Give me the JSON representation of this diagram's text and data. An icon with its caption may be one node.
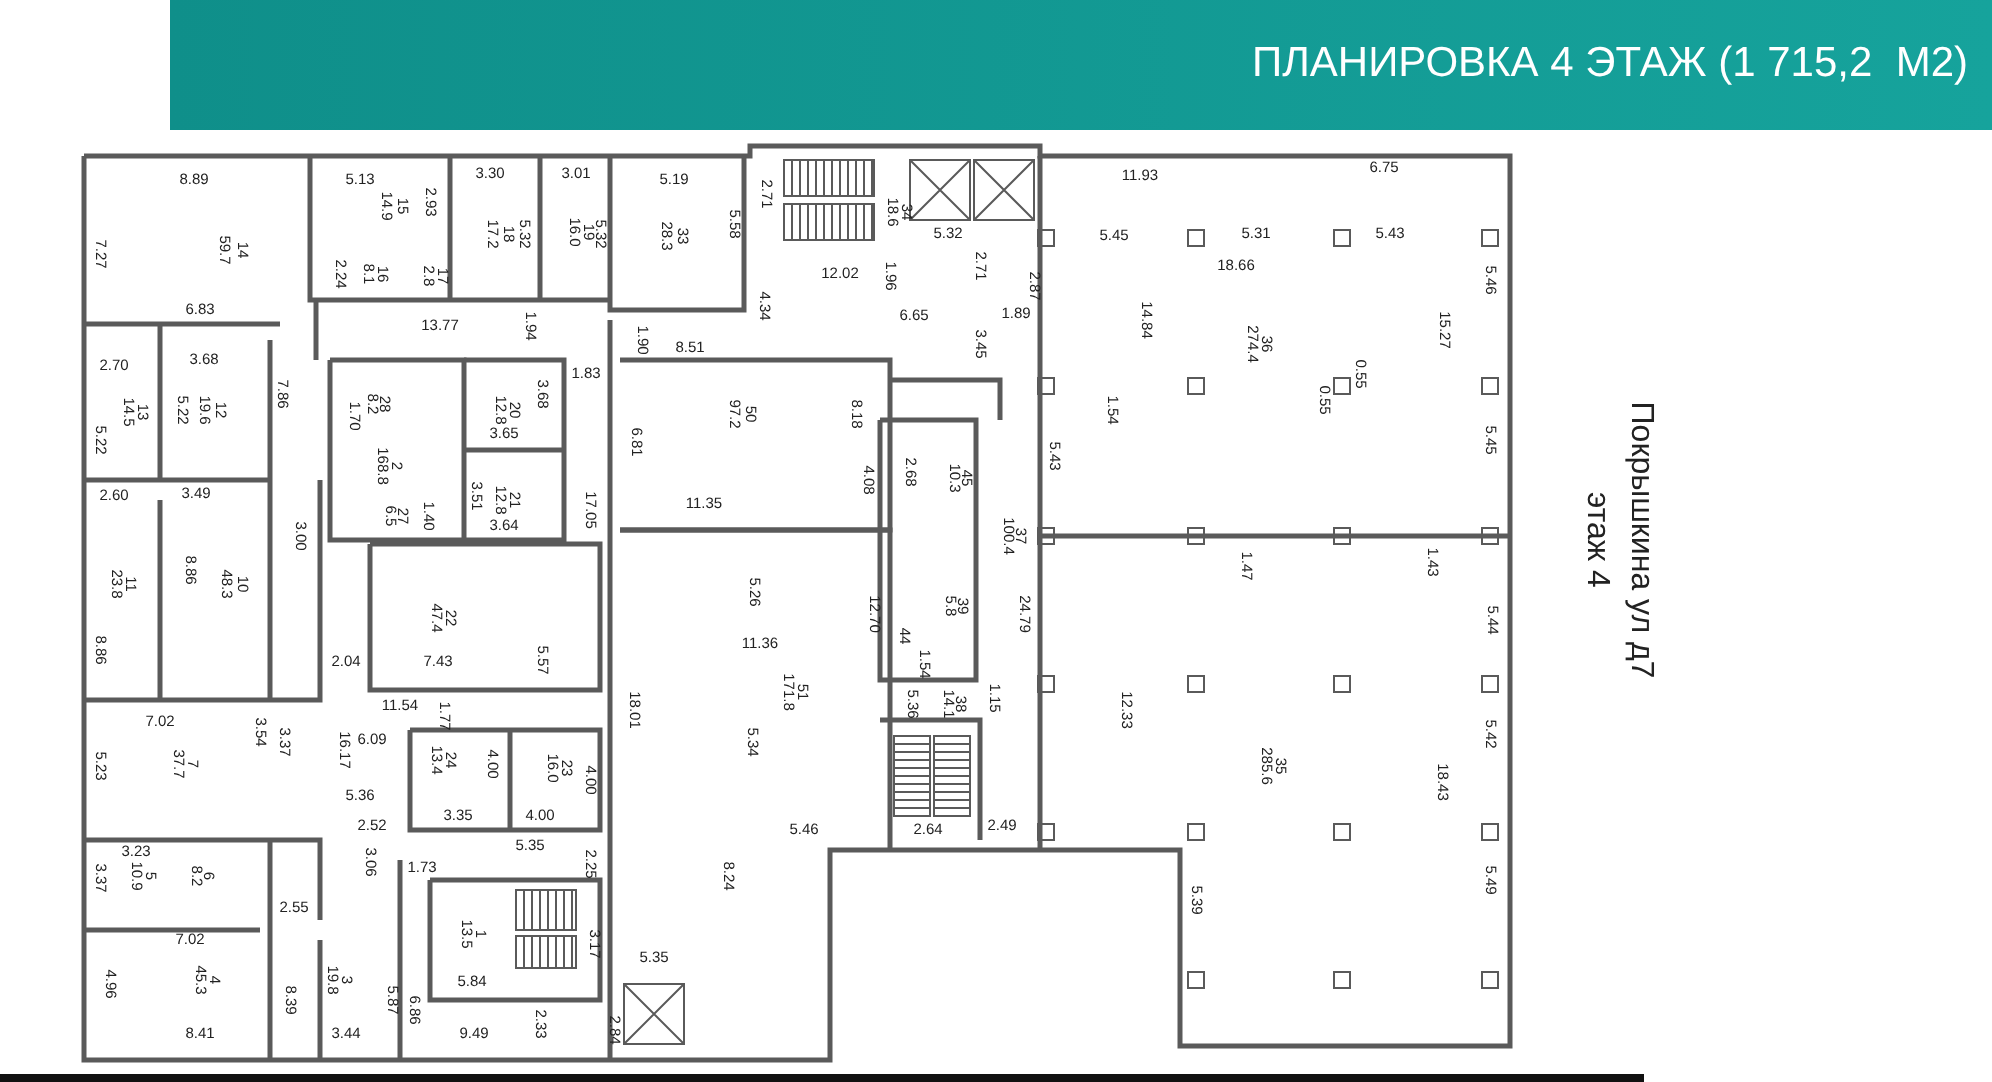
{
  "diagram": {
    "title": "ПЛАНИРОВКА 4 ЭТАЖ (1 715,2  М2)",
    "labels": [
      "8.89",
      "7.27",
      "14",
      "59.7",
      "5.13",
      "15",
      "14.9",
      "2.93",
      "3.30",
      "18",
      "17.2",
      "5.32",
      "3.01",
      "5.32",
      "19",
      "16.0",
      "5.19",
      "33",
      "28.3",
      "5.58",
      "2.71",
      "34",
      "18.6",
      "5.32",
      "11.93",
      "6.75",
      "2.24",
      "16",
      "8.1",
      "17",
      "2.8",
      "12.02",
      "1.96",
      "2.71",
      "5.45",
      "5.31",
      "5.43",
      "18.66",
      "5.46",
      "2.87",
      "4.34",
      "6.83",
      "13.77",
      "1.94",
      "1.90",
      "8.51",
      "6.65",
      "1.89",
      "14.84",
      "36",
      "274.4",
      "15.27",
      "3.45",
      "2.70",
      "3.68",
      "1.83",
      "0.55",
      "0.55",
      "13",
      "14.5",
      "5.22",
      "5.22",
      "12",
      "19.6",
      "7.86",
      "1.70",
      "28",
      "8.2",
      "3.68",
      "20",
      "12.8",
      "3.65",
      "6.81",
      "50",
      "97.2",
      "8.18",
      "1.54",
      "5.45",
      "2",
      "168.8",
      "5.43",
      "3.51",
      "21",
      "12.8",
      "4.08",
      "2.68",
      "45",
      "10.3",
      "2.60",
      "3.49",
      "11.35",
      "17.05",
      "27",
      "6.5",
      "1.40",
      "3.64",
      "37",
      "100.4",
      "3.00",
      "1.47",
      "1.43",
      "8.86",
      "11",
      "23.8",
      "10",
      "48.3",
      "5.26",
      "22",
      "47.4",
      "24.79",
      "12.70",
      "5.44",
      "11.36",
      "8.86",
      "5.57",
      "7.43",
      "2.04",
      "1.54",
      "51",
      "171.8",
      "11.54",
      "1.15",
      "38",
      "14.1",
      "5.36",
      "12.33",
      "18.01",
      "1.77",
      "7.02",
      "3.54",
      "3.37",
      "16.17",
      "6.09",
      "5.42",
      "5.34",
      "24",
      "13.4",
      "4.00",
      "23",
      "16.0",
      "4.00",
      "35",
      "285.6",
      "5.23",
      "7",
      "37.7",
      "18.43",
      "5.36",
      "3.35",
      "4.00",
      "2.52",
      "5.46",
      "2.64",
      "2.49",
      "5.35",
      "3.23",
      "2.25",
      "3.06",
      "8.24",
      "5.49",
      "3.37",
      "5",
      "10.9",
      "6",
      "8.2",
      "1.73",
      "5.39",
      "2.55",
      "3.17",
      "1",
      "13.5",
      "7.02",
      "5.84",
      "5.35",
      "4",
      "45.3",
      "3",
      "19.8",
      "4.96",
      "8.39",
      "5.87",
      "6.86",
      "2.84",
      "2.33",
      "8.41",
      "3.44",
      "9.49",
      "Покрышкина ул д7",
      "этаж 4",
      "39",
      "5.8",
      "44"
    ]
  }
}
